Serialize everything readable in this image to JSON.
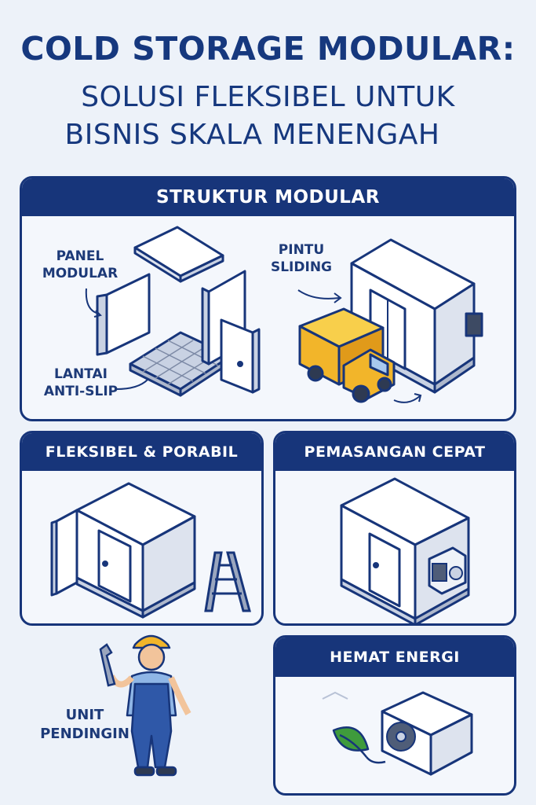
{
  "title": {
    "line1": "COLD STORAGE MODULAR:",
    "line2": "SOLUSI FLEKSIBEL UNTUK",
    "line3": "BISNIS SKALA MENENGAH"
  },
  "panels": {
    "struktur": {
      "header": "STRUKTUR MODULAR",
      "labels": {
        "panel_line1": "PANEL",
        "panel_line2": "MODULAR",
        "lantai_line1": "LANTAI",
        "lantai_line2": "ANTI-SLIP",
        "pintu_line1": "PINTU",
        "pintu_line2": "SLIDING"
      }
    },
    "fleksibel": {
      "header": "FLEKSIBEL & PORABIL"
    },
    "pemasangan": {
      "header": "PEMASANGAN CEPAT"
    },
    "hemat": {
      "header": "HEMAT ENERGI"
    }
  },
  "labels": {
    "unit_line1": "UNIT",
    "unit_line2": "PENDINGIN"
  },
  "colors": {
    "navy": "#17357a",
    "truck_yellow": "#f2b52a",
    "leaf_green": "#3f9b3c",
    "box_white": "#ffffff",
    "box_gray": "#dde3ee"
  },
  "icons": [
    "wrench-icon",
    "ladder-icon",
    "truck-icon",
    "leaf-icon",
    "fan-icon"
  ]
}
